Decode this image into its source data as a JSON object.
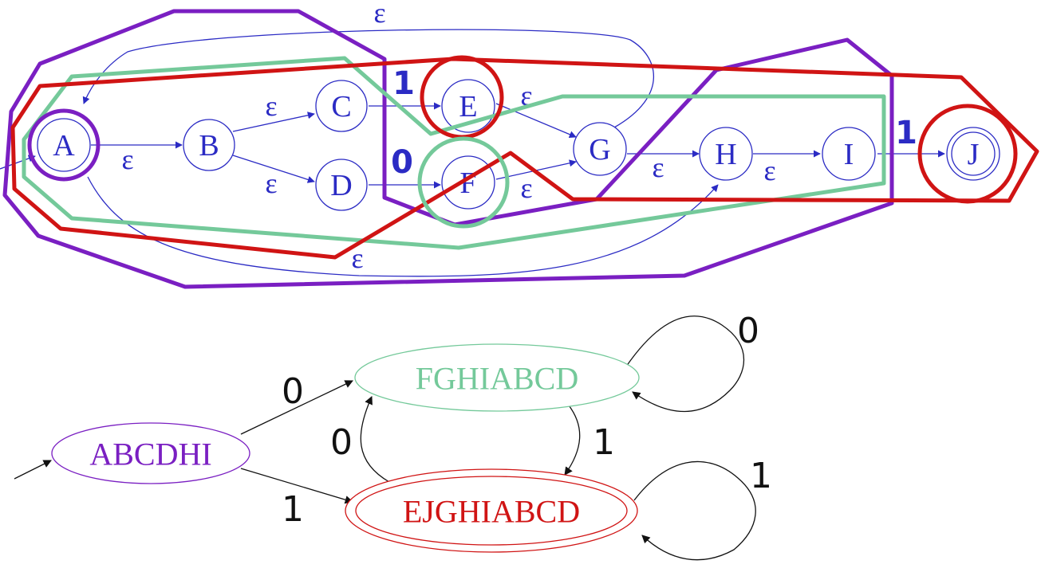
{
  "colors": {
    "nfa": "#2b2bc4",
    "purple": "#7a1fc2",
    "green": "#74c99a",
    "red": "#d01414",
    "black": "#111111"
  },
  "nfa": {
    "states": {
      "A": "A",
      "B": "B",
      "C": "C",
      "D": "D",
      "E": "E",
      "F": "F",
      "G": "G",
      "H": "H",
      "I": "I",
      "J": "J"
    },
    "epsilon": "ε",
    "zero": "0",
    "one": "1"
  },
  "dfa": {
    "states": {
      "start": "ABCDHI",
      "zero_state": "FGHIABCD",
      "one_state": "EJGHIABCD"
    },
    "zero": "0",
    "one": "1"
  }
}
